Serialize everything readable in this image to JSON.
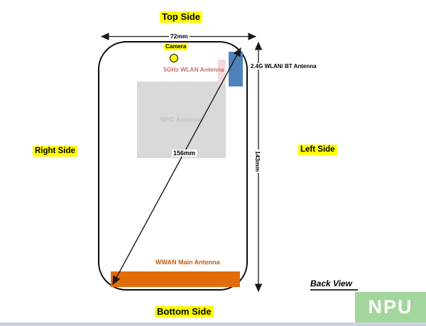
{
  "labels": {
    "top_side": "Top Side",
    "bottom_side": "Bottom Side",
    "right_side": "Right Side",
    "left_side": "Left Side",
    "back_view": "Back View"
  },
  "dimensions": {
    "width_label": "72mm",
    "height_label": "143mm",
    "diagonal_label": "156mm"
  },
  "phone": {
    "camera_label": "Camera",
    "antennas": {
      "wlan_5ghz": "5GHz WLAN Antenna",
      "wlan_24g_bt": "2.4G WLAN/ BT Antenna",
      "nfc": "NFC Antenna",
      "wwan_main": "WWAN Main Antenna"
    }
  },
  "watermark": "NPU",
  "colors": {
    "highlight_yellow": "#FFFF00",
    "antenna_blue": "#4F81BD",
    "antenna_pink_strip": "#F2DCDB",
    "antenna_nfc_gray": "#D9D9D9",
    "antenna_orange": "#E36C0A",
    "text_5ghz_pink": "#CD6B6B",
    "text_wwan_orange": "#C55A11",
    "text_nfc_gray": "#BFBFBF",
    "watermark_green": "#A3D69C",
    "footer_strip_gray": "#CBD1DC",
    "line_black": "#1a1a1a"
  }
}
